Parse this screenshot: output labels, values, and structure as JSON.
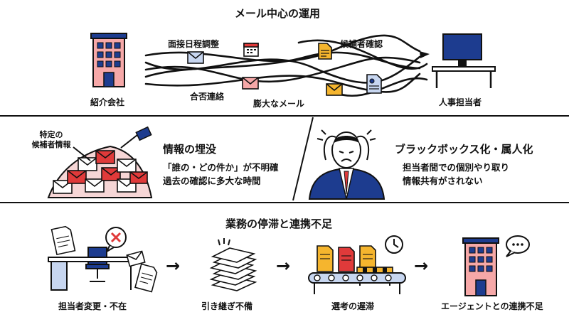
{
  "top": {
    "title": "メール中心の運用",
    "left_label": "紹介会社",
    "right_label": "人事担当者",
    "flow_labels": {
      "scheduling": "面接日程調整",
      "result": "合否連絡",
      "candidate_check": "候補者確認",
      "huge_mail": "膨大なメール"
    }
  },
  "middle_left": {
    "callout": [
      "特定の",
      "候補者情報"
    ],
    "title": "情報の埋没",
    "lines": [
      "「誰の・どの件か」が不明確",
      "過去の確認に多大な時間"
    ]
  },
  "middle_right": {
    "title": "ブラックボックス化・属人化",
    "lines": [
      "担当者間での個別やり取り",
      "情報共有がされない"
    ]
  },
  "bottom": {
    "title": "業務の停滞と連携不足",
    "steps": [
      "担当者変更・不在",
      "引き継ぎ不備",
      "選考の遅滞",
      "エージェントとの連携不足"
    ]
  },
  "colors": {
    "red": "#e03a3a",
    "navy": "#1d3c8f",
    "yellow": "#f5b52e",
    "ink": "#111111"
  }
}
